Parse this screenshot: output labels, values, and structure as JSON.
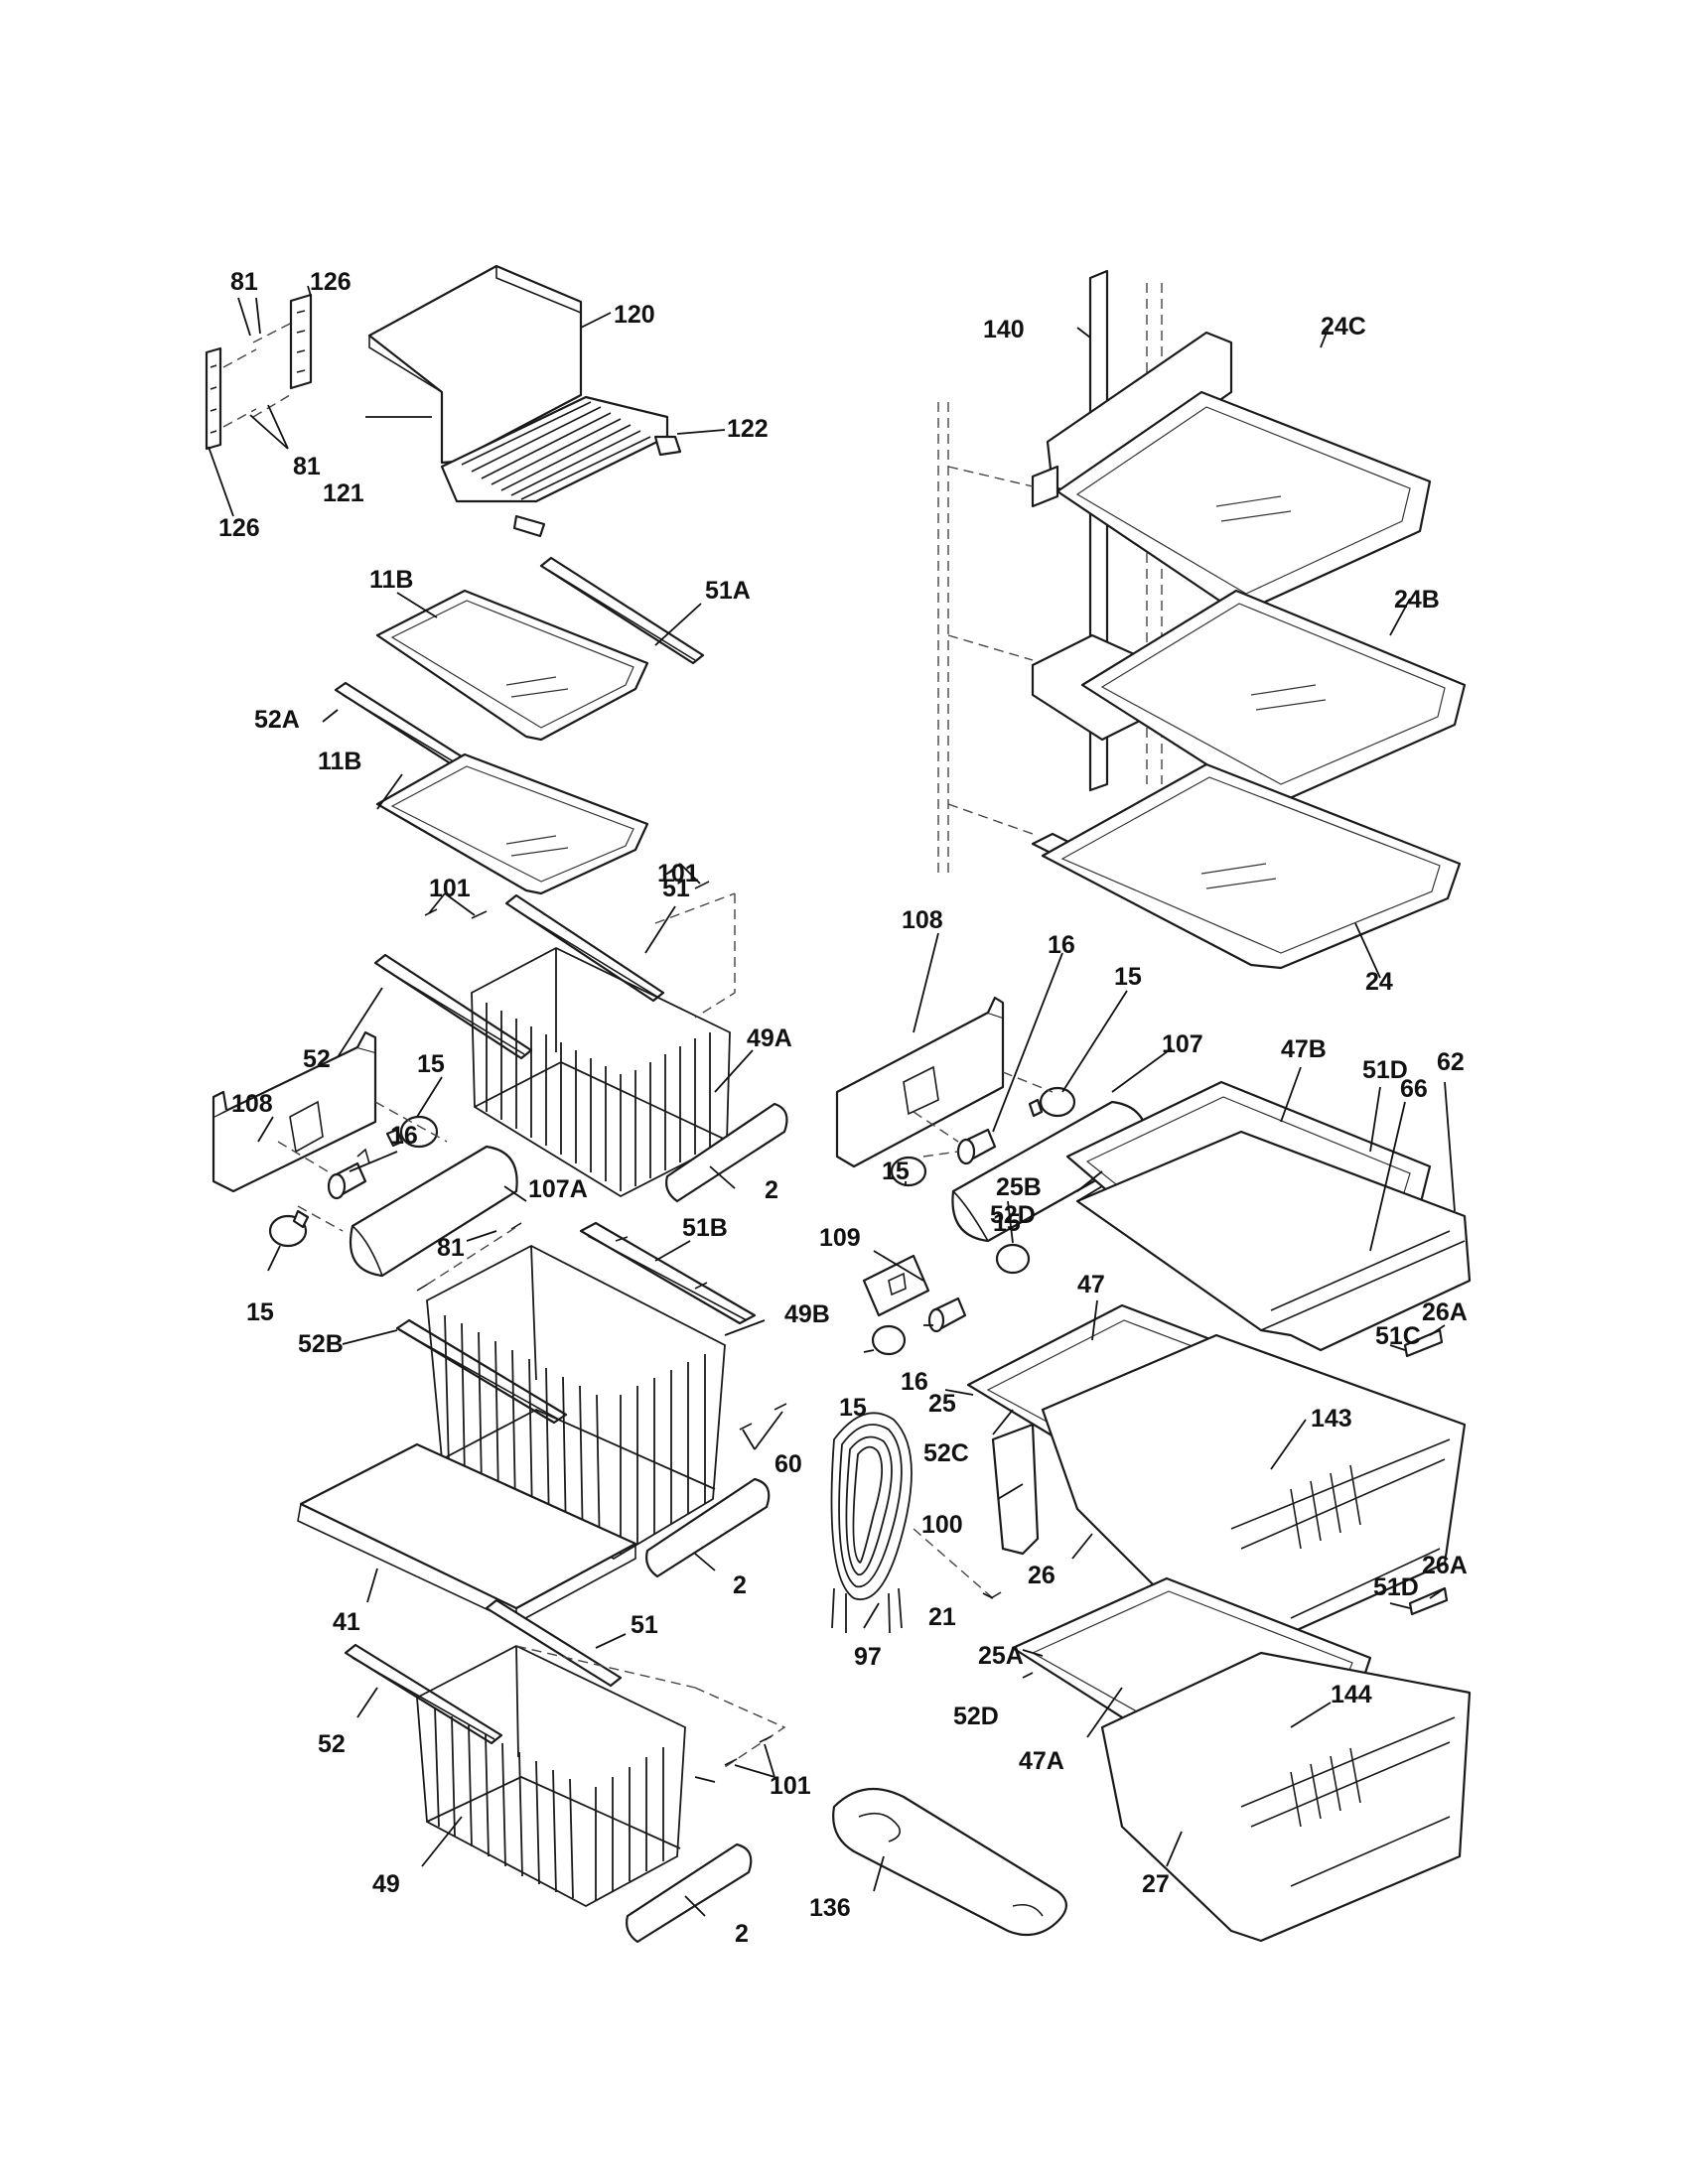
{
  "callouts": {
    "c81a": "81",
    "c126a": "126",
    "c120": "120",
    "c122": "122",
    "c81b": "81",
    "c121": "121",
    "c126b": "126",
    "c11Ba": "11B",
    "c51A": "51A",
    "c52A": "52A",
    "c11Bb": "11B",
    "c101a": "101",
    "c101b": "101",
    "c51a": "51",
    "c52a": "52",
    "c49A": "49A",
    "c108a": "108",
    "c15a": "15",
    "c16a": "16",
    "c107A": "107A",
    "c15b": "15",
    "c2a": "2",
    "c81c": "81",
    "c51B": "51B",
    "c52B": "52B",
    "c49B": "49B",
    "c60": "60",
    "c41": "41",
    "c2b": "2",
    "c51b": "51",
    "c52b": "52",
    "c49": "49",
    "c101c": "101",
    "c2c": "2",
    "c140": "140",
    "c24C": "24C",
    "c24B": "24B",
    "c24": "24",
    "c108b": "108",
    "c16b": "16",
    "c15c": "15",
    "c107": "107",
    "c15d": "15",
    "c47B": "47B",
    "c51Da": "51D",
    "c62": "62",
    "c66": "66",
    "c25B": "25B",
    "c52Da": "52D",
    "c109": "109",
    "c15e": "15",
    "c47": "47",
    "c16c": "16",
    "c15f": "15",
    "c25": "25",
    "c26Aa": "26A",
    "c51C": "51C",
    "c143": "143",
    "c52C": "52C",
    "c100": "100",
    "c26": "26",
    "c21": "21",
    "c97": "97",
    "c26Ab": "26A",
    "c51Db": "51D",
    "c25A": "25A",
    "c52Db": "52D",
    "c144": "144",
    "c47A": "47A",
    "c136": "136",
    "c27": "27"
  }
}
